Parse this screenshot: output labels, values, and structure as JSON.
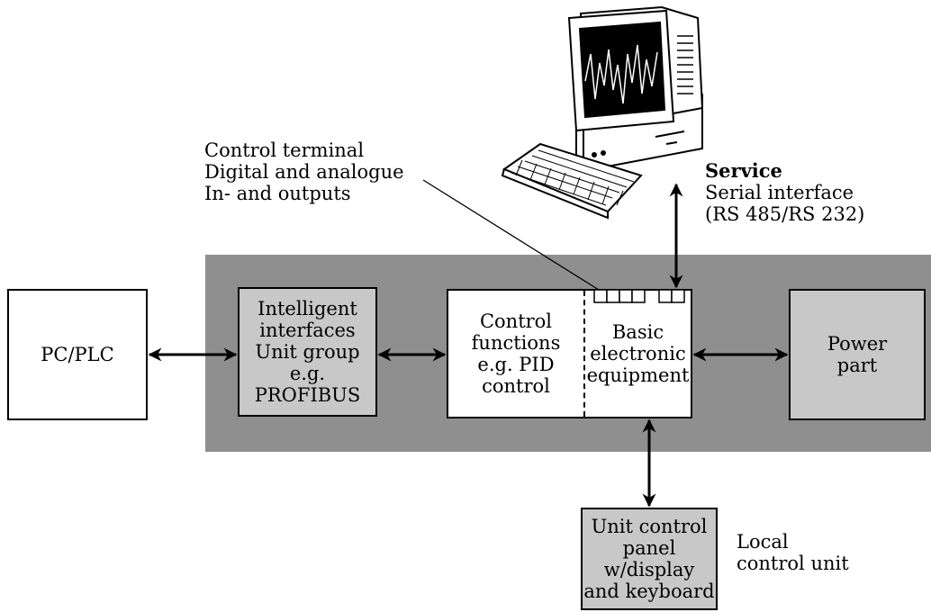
{
  "colors": {
    "band": "#8f8f8f",
    "light_box": "#c8c8c8",
    "white": "#ffffff",
    "line": "#000000"
  },
  "boxes": {
    "pc_plc": "PC/PLC",
    "intelligent_interfaces": "Intelligent\ninterfaces\nUnit group\ne.g.\nPROFIBUS",
    "control_functions": "Control\nfunctions\ne.g. PID\ncontrol",
    "basic_electronic": "Basic\nelectronic\nequipment",
    "power_part": "Power\npart",
    "unit_control_panel": "Unit control\npanel\nw/display\nand keyboard"
  },
  "labels": {
    "control_terminal": "Control terminal\nDigital and analogue\nIn- and outputs",
    "service_title": "Service",
    "service_detail": "Serial interface\n(RS 485/RS 232)",
    "local_control": "Local\ncontrol unit"
  },
  "icons": [
    "computer-icon",
    "keyboard-icon",
    "double-arrow-icon",
    "connector-icon"
  ]
}
